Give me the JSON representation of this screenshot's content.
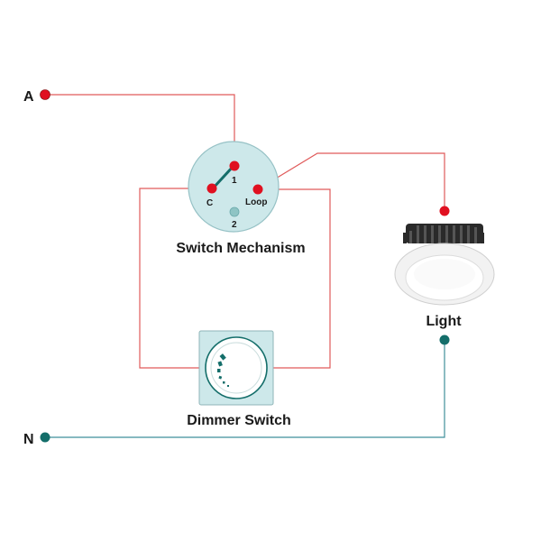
{
  "terminals": {
    "live_label": "A",
    "neutral_label": "N"
  },
  "switch_mechanism": {
    "label": "Switch Mechanism",
    "terminal_1": "1",
    "terminal_2": "2",
    "terminal_common": "C",
    "terminal_loop": "Loop"
  },
  "dimmer": {
    "label": "Dimmer Switch"
  },
  "light": {
    "label": "Light"
  },
  "colors": {
    "live_wire": "#e05a5a",
    "neutral_wire": "#3f8f9a",
    "live_terminal": "#e01020",
    "neutral_terminal": "#146e6a",
    "switch_body": "#cde8ea"
  }
}
